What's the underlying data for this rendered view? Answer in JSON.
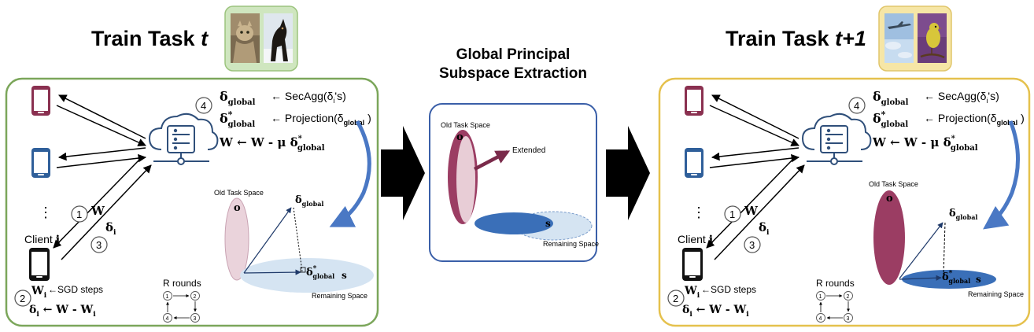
{
  "left_panel": {
    "title_prefix": "Train Task ",
    "title_var": "t",
    "step4_num": "4",
    "eq1_lhs": "δ",
    "eq1_lhs_sub": "global",
    "eq1_rhs": "← SecAgg(δ",
    "eq1_rhs_sub": "i",
    "eq1_rhs_end": "'s)",
    "eq2_lhs": "δ",
    "eq2_lhs_sup": "*",
    "eq2_lhs_sub": "global",
    "eq2_rhs": "← Projection(δ",
    "eq2_rhs_sub": "global",
    "eq2_rhs_end": ")",
    "eq3_lhs": "W ← W - μ δ",
    "eq3_sup": "*",
    "eq3_sub": "global",
    "dots": "⋮",
    "client_label": "Client ",
    "client_idx": "i",
    "step1_num": "1",
    "step1_label": "W",
    "step3_num": "3",
    "step3_label": "δ",
    "step3_sub": "i",
    "sgd_w": "W",
    "sgd_w_sub": "i",
    "sgd_text": "←SGD steps",
    "step2_num": "2",
    "delta_eq": "δ",
    "delta_eq_sub": "i",
    "delta_eq_rhs": " ← W - W",
    "delta_eq_rhs_sub": "i",
    "rounds_label": "R rounds",
    "r1": "1",
    "r2": "2",
    "r3": "3",
    "r4": "4",
    "old_space_label": "Old Task Space",
    "old_o": "o",
    "proj_delta": "δ",
    "proj_delta_sub": "global",
    "proj_star": "δ",
    "proj_star_sup": "*",
    "proj_star_sub": "global",
    "s_label": "s",
    "remaining_label": "Remaining Space"
  },
  "middle_panel": {
    "title_line1": "Global Principal",
    "title_line2": "Subspace Extraction",
    "old_space_label": "Old Task Space",
    "o_label": "o",
    "extended_label": "Extended",
    "s_label": "s",
    "remaining_label": "Remaining Space"
  },
  "right_panel": {
    "title_prefix": "Train Task ",
    "title_var": "t+1",
    "step4_num": "4",
    "eq1_lhs": "δ",
    "eq1_lhs_sub": "global",
    "eq1_rhs": "← SecAgg(δ",
    "eq1_rhs_sub": "i",
    "eq1_rhs_end": "'s)",
    "eq2_lhs": "δ",
    "eq2_lhs_sup": "*",
    "eq2_lhs_sub": "global",
    "eq2_rhs": "← Projection(δ",
    "eq2_rhs_sub": "global",
    "eq2_rhs_end": ")",
    "eq3_lhs": "W ← W - μ δ",
    "eq3_sup": "*",
    "eq3_sub": "global",
    "dots": "⋮",
    "client_label": "Client ",
    "client_idx": "i",
    "step1_num": "1",
    "step1_label": "W",
    "step3_num": "3",
    "step3_label": "δ",
    "step3_sub": "i",
    "sgd_w": "W",
    "sgd_w_sub": "i",
    "sgd_text": "←SGD steps",
    "step2_num": "2",
    "delta_eq": "δ",
    "delta_eq_sub": "i",
    "delta_eq_rhs": " ← W - W",
    "delta_eq_rhs_sub": "i",
    "rounds_label": "R rounds",
    "r1": "1",
    "r2": "2",
    "r3": "3",
    "r4": "4",
    "old_space_label": "Old Task Space",
    "old_o": "o",
    "proj_delta": "δ",
    "proj_delta_sub": "global",
    "proj_star": "δ",
    "proj_star_sup": "*",
    "proj_star_sub": "global",
    "s_label": "s",
    "remaining_label": "Remaining Space"
  },
  "colors": {
    "left_border": "#7ba65a",
    "left_thumb_bg": "#cfe6bf",
    "right_border": "#e5c14d",
    "right_thumb_bg": "#f6e6a6",
    "middle_border": "#3a5fa8",
    "phone_maroon": "#8a3050",
    "phone_blue": "#2f5f9a",
    "phone_black": "#111111",
    "cloud_blue": "#2f4f7a",
    "old_space_fill_light": "#e8cdd6",
    "old_space_fill_dark": "#9b3d63",
    "remaining_light": "#d4e3f1",
    "remaining_dark": "#3a6fb8",
    "curve_arrow": "#4a78c4",
    "big_arrow": "#000000"
  }
}
